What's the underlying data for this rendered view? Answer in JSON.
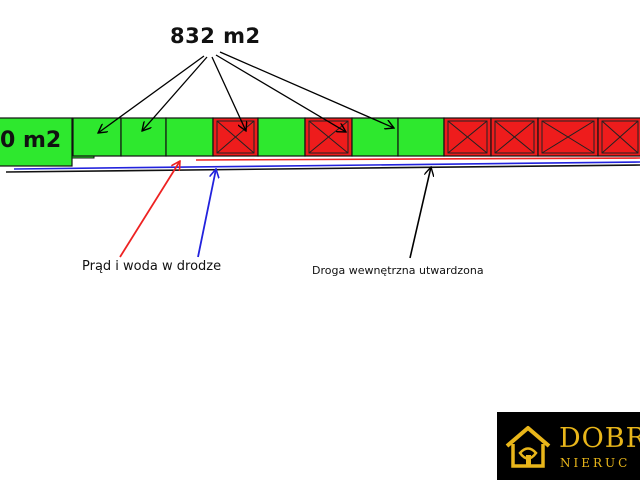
{
  "labels": {
    "area_main": "832 m2",
    "area_left": "0 m2",
    "utilities": "Prąd i woda w drodze",
    "road": "Droga wewnętrzna utwardzona"
  },
  "logo": {
    "word": "DOBR",
    "sub": "NIERUC"
  },
  "colors": {
    "plot_available": "#2ee82e",
    "plot_sold": "#ee1c1c",
    "arrow_utilities_red": "#ee2222",
    "arrow_utilities_blue": "#2222dd",
    "arrow_road": "#000000",
    "logo_gold": "#e9b61a"
  },
  "plots": [
    {
      "status": "available"
    },
    {
      "status": "available"
    },
    {
      "status": "available"
    },
    {
      "status": "sold"
    },
    {
      "status": "available"
    },
    {
      "status": "sold"
    },
    {
      "status": "available"
    },
    {
      "status": "available"
    },
    {
      "status": "sold"
    },
    {
      "status": "sold"
    },
    {
      "status": "sold"
    },
    {
      "status": "sold"
    },
    {
      "status": "sold"
    }
  ]
}
